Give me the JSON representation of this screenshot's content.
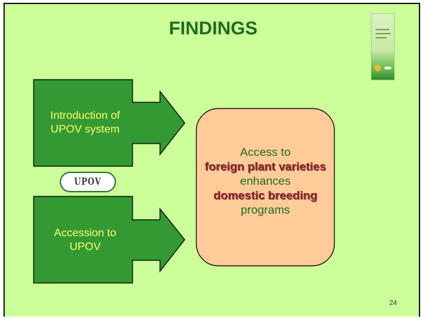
{
  "title": "FINDINGS",
  "upov_logo_text": "UPOV",
  "inputs": {
    "top": {
      "line1": "Introduction of",
      "line2": "UPOV system"
    },
    "bottom": {
      "line1": "Accession to",
      "line2": "UPOV"
    }
  },
  "outcome": {
    "line1": "Access to",
    "line2": "foreign plant varieties",
    "line3": "enhances",
    "line4": "domestic breeding",
    "line5": "programs"
  },
  "page_number": "24",
  "colors": {
    "background": "#ccff99",
    "title": "#1e6b1e",
    "input_box_fill": "#339933",
    "input_box_text": "#ffff66",
    "outcome_fill": "#ffcc99",
    "outcome_highlight": "#9b1b1b"
  }
}
